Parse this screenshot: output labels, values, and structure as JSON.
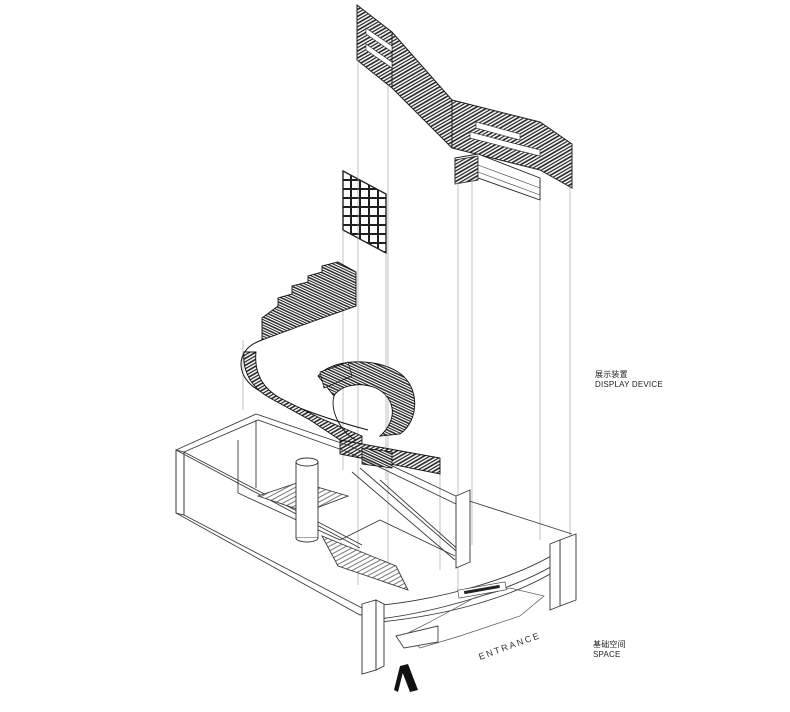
{
  "labels": {
    "display_device_cn": "展示装置",
    "display_device_en": "DISPLAY DEVICE",
    "space_cn": "基础空间",
    "space_en": "SPACE"
  },
  "entrance_text": "ENTRANCE",
  "colors": {
    "line": "#3a3a3a",
    "hatch": "#1e1e1e",
    "background": "#ffffff"
  }
}
